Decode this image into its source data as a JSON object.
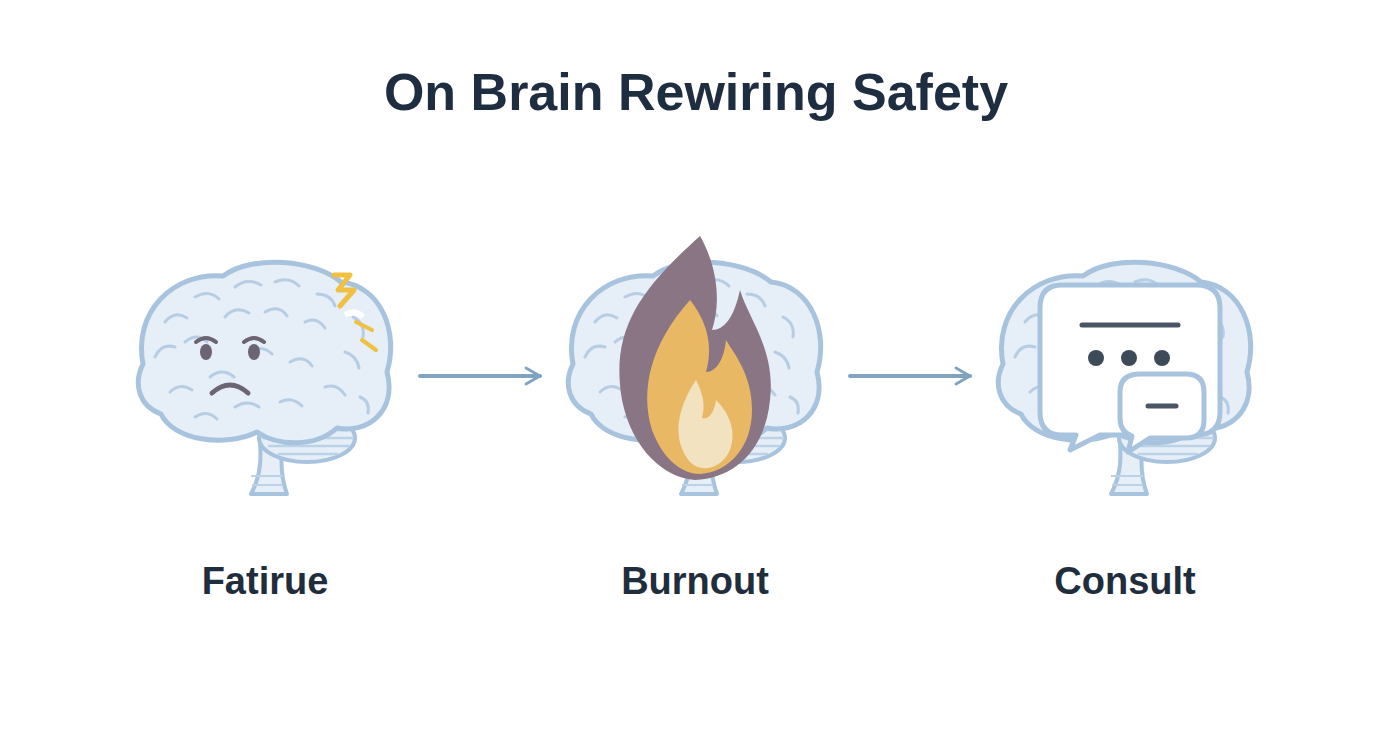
{
  "diagram": {
    "title": "On Brain Rewiring Safety",
    "nodes": [
      {
        "text": [
          "Fatirue"
        ]
      },
      {
        "text": [
          "Burnout"
        ]
      },
      {
        "text": [
          "Consult"
        ]
      }
    ],
    "edges": [
      {
        "from": 0,
        "to": 1,
        "arrow": "to"
      },
      {
        "from": 1,
        "to": 2,
        "arrow": "to"
      }
    ]
  }
}
